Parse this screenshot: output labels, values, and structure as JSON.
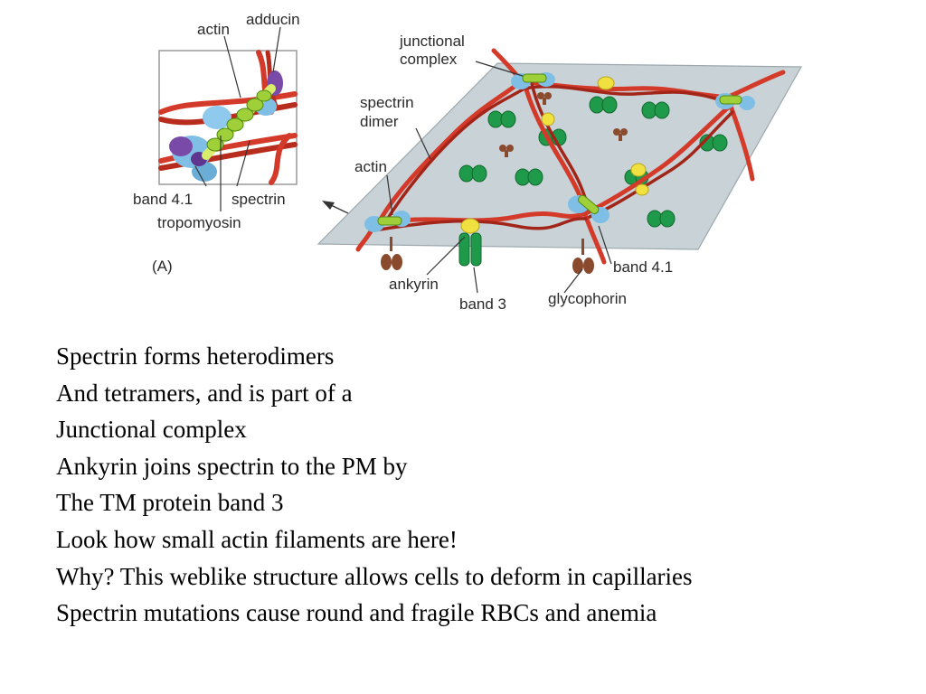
{
  "figure": {
    "panel_label": "(A)",
    "inset_labels": {
      "actin": "actin",
      "adducin": "adducin",
      "band41": "band 4.1",
      "spectrin": "spectrin",
      "tropomyosin": "tropomyosin"
    },
    "main_labels": {
      "junctional_line1": "junctional",
      "junctional_line2": "complex",
      "spectrin_dimer_line1": "spectrin",
      "spectrin_dimer_line2": "dimer",
      "actin": "actin",
      "ankyrin": "ankyrin",
      "band3": "band 3",
      "glycophorin": "glycophorin",
      "band41": "band 4.1"
    },
    "colors": {
      "spectrin": "#d43a2a",
      "spectrin_dark": "#9e1f14",
      "actin": "#9fd03a",
      "actin_dark": "#4f8a10",
      "band41": "#7fbfe6",
      "adducin": "#7a4aa8",
      "band3": "#1f9a4a",
      "ankyrin": "#f0e040",
      "glycophorin": "#8a4a2e",
      "membrane": "#c9d3d7"
    }
  },
  "caption": [
    "Spectrin forms heterodimers",
    "And tetramers, and is part of a",
    "Junctional complex",
    "Ankyrin joins spectrin to the PM by",
    "The TM protein band 3",
    "Look how small actin filaments are here!",
    "Why? This weblike structure allows cells to deform in capillaries",
    "Spectrin mutations cause round and fragile RBCs and anemia"
  ]
}
